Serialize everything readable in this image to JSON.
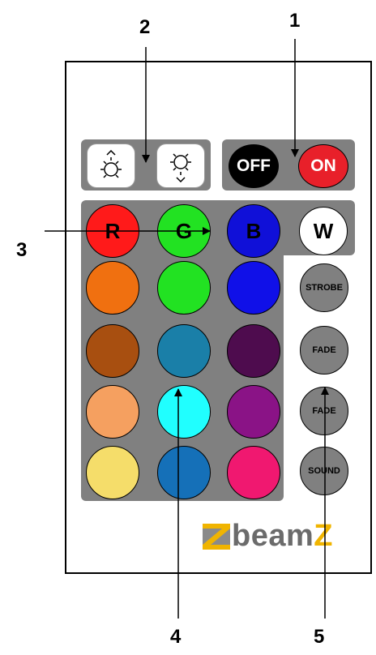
{
  "labels": {
    "n1": "1",
    "n2": "2",
    "n3": "3",
    "n4": "4",
    "n5": "5"
  },
  "buttons": {
    "off": "OFF",
    "on": "ON",
    "r": "R",
    "g": "G",
    "b": "B",
    "w": "W",
    "strobe": "STROBE",
    "fade1": "FADE",
    "fade2": "FADE",
    "sound": "SOUND"
  },
  "icons": {
    "bright_up": "brightness-up-icon",
    "bright_down": "brightness-down-icon"
  },
  "logo": {
    "main": "beam",
    "accent": "Z"
  },
  "colors": {
    "panel": "#808080",
    "off": "#000000",
    "on": "#e8202a",
    "r": "#ff1a1a",
    "g": "#22e222",
    "b": "#1010d8",
    "w": "#ffffff",
    "grid": [
      "#f07010",
      "#22e222",
      "#1010e8",
      "#a84f10",
      "#1a7fa8",
      "#4e0c4e",
      "#f5a060",
      "#20ffff",
      "#8a1386",
      "#f5dd6a",
      "#1570b8",
      "#f01870"
    ],
    "logo_accent": "#f0b400"
  }
}
